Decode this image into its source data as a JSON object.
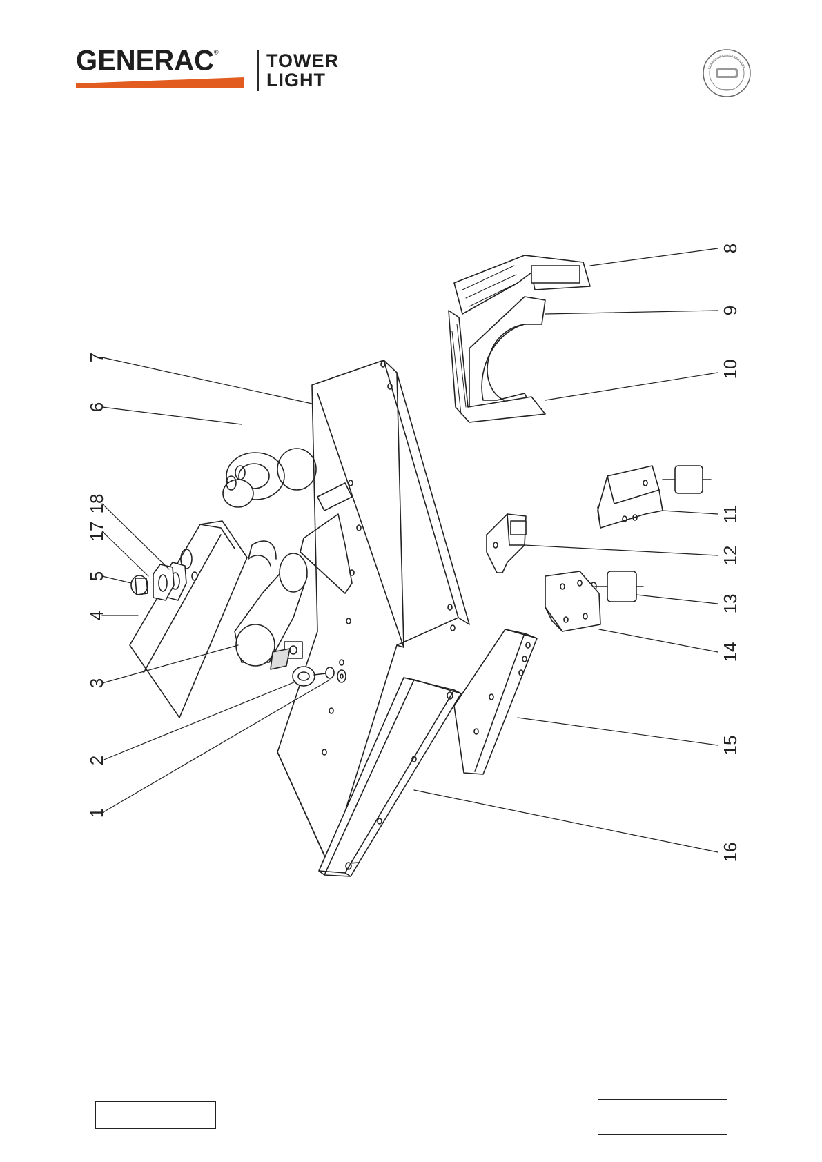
{
  "header": {
    "brand": "GENERAC",
    "brand_mark": "®",
    "product_line1": "TOWER",
    "product_line2": "LIGHT",
    "brand_color": "#e25b1f"
  },
  "diagram": {
    "callouts": [
      "1",
      "2",
      "3",
      "4",
      "5",
      "6",
      "7",
      "8",
      "9",
      "10",
      "11",
      "12",
      "13",
      "14",
      "15",
      "16",
      "17",
      "18"
    ]
  },
  "footer": {
    "left_box": "",
    "right_box": ""
  }
}
